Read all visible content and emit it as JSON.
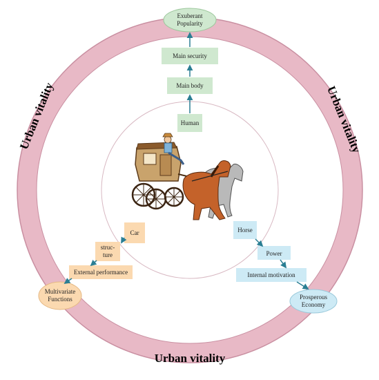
{
  "ring_label": {
    "left": "Urban vitality",
    "right": "Urban vitality",
    "bottom": "Urban vitality"
  },
  "top_chain": {
    "goal": [
      "Exuberant",
      "Popularity"
    ],
    "step3": "Main security",
    "step2": "Main body",
    "step1": "Human"
  },
  "left_chain": {
    "step1": "Car",
    "step2": [
      "struc-",
      "ture"
    ],
    "step3": "External performance",
    "goal": [
      "Multivariate",
      "Functions"
    ]
  },
  "right_chain": {
    "step1": "Horse",
    "step2": "Power",
    "step3": "Internal motivation",
    "goal": [
      "Prosperous",
      "Economy"
    ]
  },
  "colors": {
    "ring": "#e8b9c6",
    "ring_stroke": "#c98fa1",
    "green_box": "#cfe8cf",
    "orange_box": "#fbd9b0",
    "blue_box": "#cdeaf5",
    "arrow": "#2a7e93"
  },
  "icons": {
    "center": "stagecoach-with-horses-illustration"
  }
}
